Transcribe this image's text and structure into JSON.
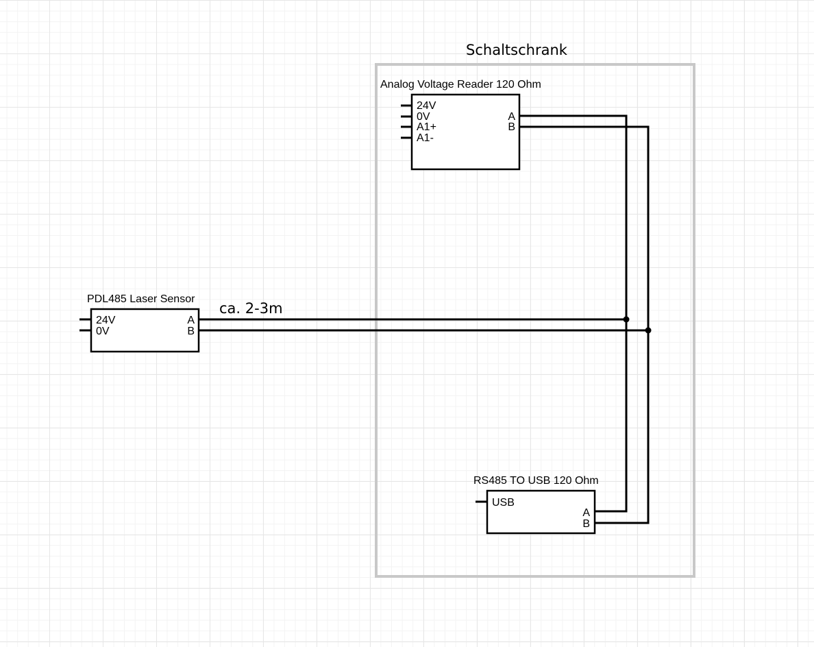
{
  "cabinet": {
    "label": "Schaltschrank",
    "border_color": "#c8c8c8"
  },
  "cable": {
    "length_label": "ca. 2-3m"
  },
  "devices": {
    "analog_reader": {
      "title": "Analog Voltage Reader 120 Ohm",
      "pins_left": [
        "24V",
        "0V",
        "A1+",
        "A1-"
      ],
      "pins_right": [
        "A",
        "B"
      ]
    },
    "laser_sensor": {
      "title": "PDL485 Laser Sensor",
      "pins_left": [
        "24V",
        "0V"
      ],
      "pins_right": [
        "A",
        "B"
      ]
    },
    "rs485_usb": {
      "title": "RS485 TO USB 120 Ohm",
      "pins_left": [
        "USB"
      ],
      "pins_right": [
        "A",
        "B"
      ]
    }
  }
}
